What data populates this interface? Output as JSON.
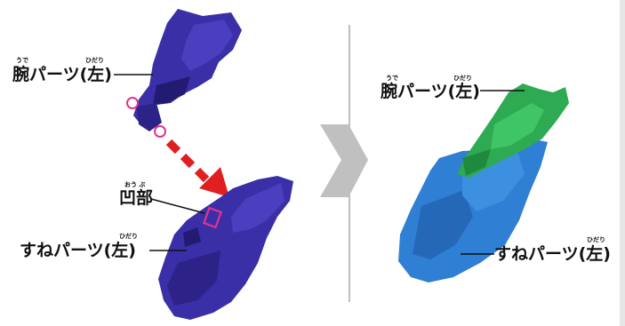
{
  "colors": {
    "part_before": "#3a2fa6",
    "part_before_dark": "#231b72",
    "shin_after": "#2f7fd4",
    "arm_after": "#2eaa52",
    "arrow": "#e02020",
    "marker": "#e3338c",
    "divider": "#aaaaaa",
    "chevron": "#c0c0c0"
  },
  "labels": {
    "arm_left_top": {
      "text": "腕パーツ(左)",
      "ruby_ude": "うで",
      "ruby_hidari": "ひだり"
    },
    "recess": {
      "text": "凹部",
      "ruby": "おう ぶ"
    },
    "shin_left": {
      "text": "すねパーツ(左)",
      "ruby_hidari": "ひだり"
    },
    "arm_left_right": {
      "text": "腕パーツ(左)",
      "ruby_ude": "うで",
      "ruby_hidari": "ひだり"
    },
    "shin_left_right": {
      "text": "すねパーツ(左)",
      "ruby_hidari": "ひだり"
    }
  },
  "icons": {
    "step_arrow": "chevron-right-icon",
    "insert_arrow": "dashed-arrow-icon"
  }
}
